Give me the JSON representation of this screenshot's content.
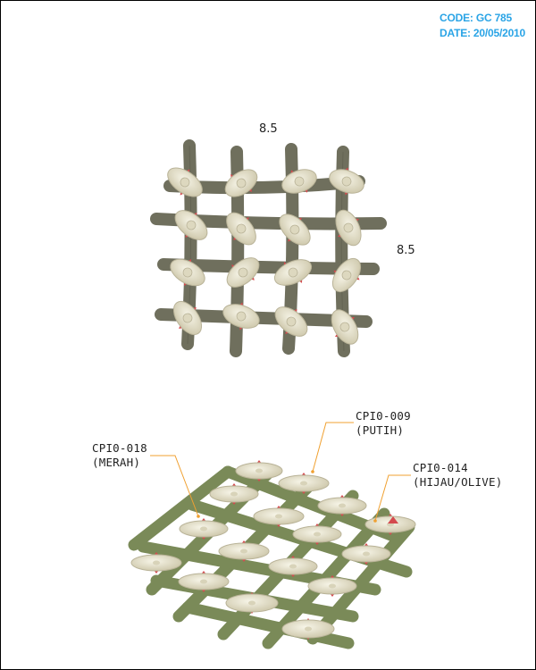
{
  "header": {
    "code_line": "CODE: GC 785",
    "date_line": "DATE: 20/05/2010"
  },
  "dimensions": {
    "width_label": "8.5",
    "height_label": "8.5"
  },
  "callouts": [
    {
      "code": "CPI0-018",
      "color_name": "(MERAH)"
    },
    {
      "code": "CPI0-009",
      "color_name": "(PUTIH)"
    },
    {
      "code": "CPI0-014",
      "color_name": "(HIJAU/OLIVE)"
    }
  ],
  "colors": {
    "accent_text": "#2aa4e6",
    "olive": "#6e6e5c",
    "olive_green": "#7a8a5a",
    "red": "#d8484e",
    "cream": "#e6e2cc",
    "leader_line": "#f0a030"
  }
}
